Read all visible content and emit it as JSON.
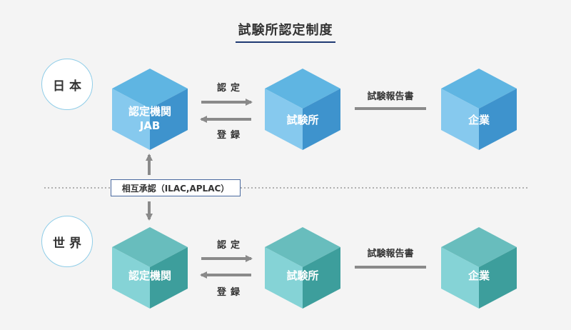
{
  "title": "試験所認定制度",
  "regions": {
    "japan": "日本",
    "world": "世界"
  },
  "top_row": {
    "body_line1": "認定機関",
    "body_line2": "JAB",
    "lab": "試験所",
    "company": "企業",
    "accredit": "認定",
    "register": "登録",
    "report": "試験報告書"
  },
  "bottom_row": {
    "body_line1": "認定機関",
    "lab": "試験所",
    "company": "企業",
    "accredit": "認定",
    "register": "登録",
    "report": "試験報告書"
  },
  "mutual_recognition": "相互承認（ILAC,APLAC）",
  "colors": {
    "blue_top": "#5fb5e2",
    "blue_left": "#86c9ee",
    "blue_right": "#3e93cd",
    "teal_top": "#68bdbd",
    "teal_left": "#85d3d6",
    "teal_right": "#3d9e9c",
    "arrow": "#8a8a8a"
  }
}
